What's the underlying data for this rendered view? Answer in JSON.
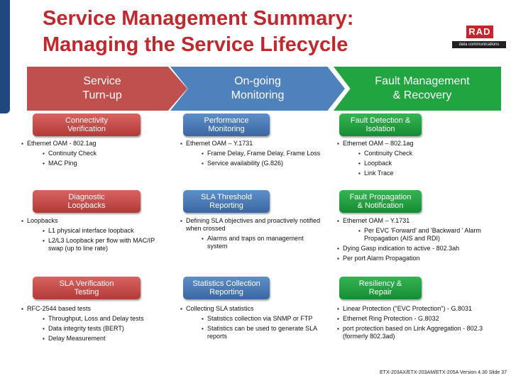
{
  "title": {
    "line1": "Service Management Summary:",
    "line2": "Managing the Service Lifecycle"
  },
  "logo": {
    "brand": "RAD",
    "tagline": "data communications"
  },
  "colors": {
    "title": "#c0282d",
    "turnup": "#c0504d",
    "monitoring": "#4f81bd",
    "fault": "#21a540"
  },
  "phases": [
    {
      "line1": "Service",
      "line2": "Turn-up"
    },
    {
      "line1": "On-going",
      "line2": "Monitoring"
    },
    {
      "line1": "Fault Management",
      "line2": "& Recovery"
    }
  ],
  "sections": {
    "connectivity": {
      "h1": "Connectivity",
      "h2": "Verification",
      "items": [
        "Ethernet OAM - 802.1ag",
        "Continuity Check",
        "MAC Ping"
      ]
    },
    "diagnostic": {
      "h1": "Diagnostic",
      "h2": "Loopbacks",
      "items": [
        "Loopbacks",
        "L1 physical interface loopback",
        "L2/L3 Loopback per flow with MAC/IP swap (up to line rate)"
      ]
    },
    "sla_verification": {
      "h1": "SLA Verification",
      "h2": "Testing",
      "items": [
        "RFC-2544 based tests",
        "Throughput, Loss and Delay tests",
        "Data integrity tests (BERT)",
        "Delay Measurement"
      ]
    },
    "performance": {
      "h1": "Performance",
      "h2": "Monitoring",
      "items": [
        "Ethernet OAM – Y.1731",
        "Frame Delay, Frame Delay, Frame Loss",
        "Service availability (G.826)"
      ]
    },
    "sla_threshold": {
      "h1": "SLA Threshold",
      "h2": "Reporting",
      "items": [
        "Defining SLA objectives and proactively notified when crossed",
        "Alarms and traps on management system"
      ]
    },
    "statistics": {
      "h1": "Statistics Collection",
      "h2": "Reporting",
      "items": [
        "Collecting SLA statistics",
        "Statistics collection via SNMP or FTP",
        "Statistics can be used to generate SLA reports"
      ]
    },
    "fault_detection": {
      "h1": "Fault Detection &",
      "h2": "Isolation",
      "items": [
        "Ethernet OAM – 802.1ag",
        "Continuity Check",
        "Loopback",
        "Link Trace"
      ]
    },
    "fault_propagation": {
      "h1": "Fault Propagation",
      "h2": "& Notification",
      "items": [
        "Ethernet OAM – Y.1731",
        "Per EVC 'Forward' and 'Backward ' Alarm Propagation (AIS and RDI)",
        "Dying Gasp indication to active - 802.3ah",
        "Per port Alarm Propagation"
      ]
    },
    "resiliency": {
      "h1": "Resiliency &",
      "h2": "Repair",
      "items": [
        "Linear Protection (\"EVC Protection\") - G.8031",
        "Ethernet Ring Protection - G.8032",
        "port protection based on Link Aggregation - 802.3 (formerly 802.3ad)"
      ]
    }
  },
  "footer": "ETX-203AX/ETX-203AM/ETX-205A Version 4.30 Slide 37"
}
